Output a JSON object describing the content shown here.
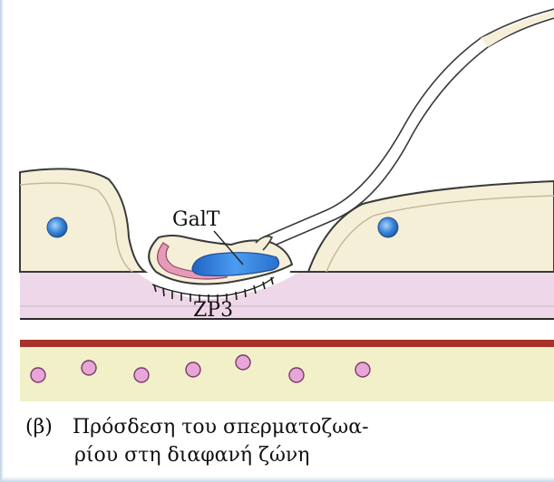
{
  "figure": {
    "labels": {
      "galt": "GalT",
      "zp3": "ZP3"
    },
    "caption": {
      "marker": "(β)",
      "line1": "Πρόσδεση του σπερματοζωα-",
      "line2": "ρίου στη διαφανή ζώνη"
    },
    "colors": {
      "cell_fill": "#f6efd8",
      "outline": "#3a3a3a",
      "nucleus": "#3b86d9",
      "zona_band": "#eed7e8",
      "lower_band": "#f2f0c8",
      "red_stripe": "#a8322a",
      "pink_dots": "#e8a6d8",
      "acrosome": "#e69ab8",
      "sperm_nucleus": "#2f78d6"
    }
  }
}
